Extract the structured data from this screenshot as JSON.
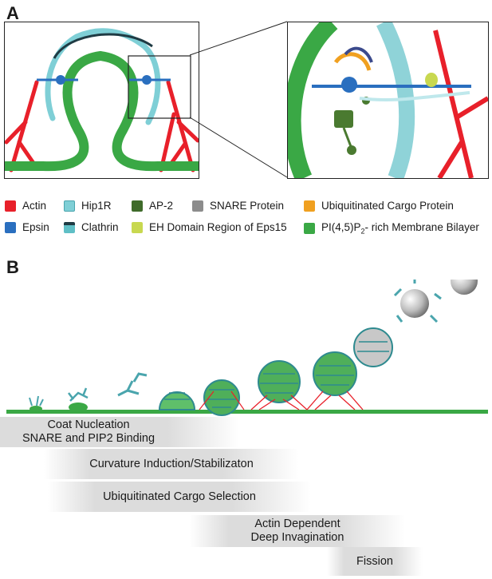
{
  "panels": {
    "a": "A",
    "b": "B"
  },
  "legend": [
    {
      "label": "Actin",
      "color": "#e8202a",
      "icon": "actin-swatch"
    },
    {
      "label": "Hip1R",
      "color": "#7fcfd6",
      "icon": "hip1r-swatch"
    },
    {
      "label": "AP-2",
      "color": "#3f6b2a",
      "icon": "ap2-swatch"
    },
    {
      "label": "SNARE Protein",
      "color": "#8c8c8c",
      "icon": "snare-swatch"
    },
    {
      "label": "Ubiquitinated Cargo Protein",
      "color": "#f0a020",
      "icon": "cargo-swatch"
    },
    {
      "label": "Epsin",
      "color": "#2a6fbf",
      "icon": "epsin-swatch"
    },
    {
      "label": "Clathrin",
      "color": "#5fbfc6",
      "icon": "clathrin-swatch"
    },
    {
      "label": "EH Domain Region of Eps15",
      "color": "#c8d850",
      "icon": "eh-swatch"
    },
    {
      "label": "PI(4,5)P",
      "sub": "2",
      "suffix": "- rich Membrane Bilayer",
      "color": "#3aa845",
      "icon": "membrane-swatch"
    }
  ],
  "stages": [
    {
      "text": "Coat Nucleation\nSNARE and PIP2 Binding"
    },
    {
      "text": "Curvature Induction/Stabilizaton"
    },
    {
      "text": "Ubiquitinated Cargo Selection"
    },
    {
      "text": "Actin Dependent\nDeep Invagination"
    },
    {
      "text": "Fission"
    }
  ]
}
